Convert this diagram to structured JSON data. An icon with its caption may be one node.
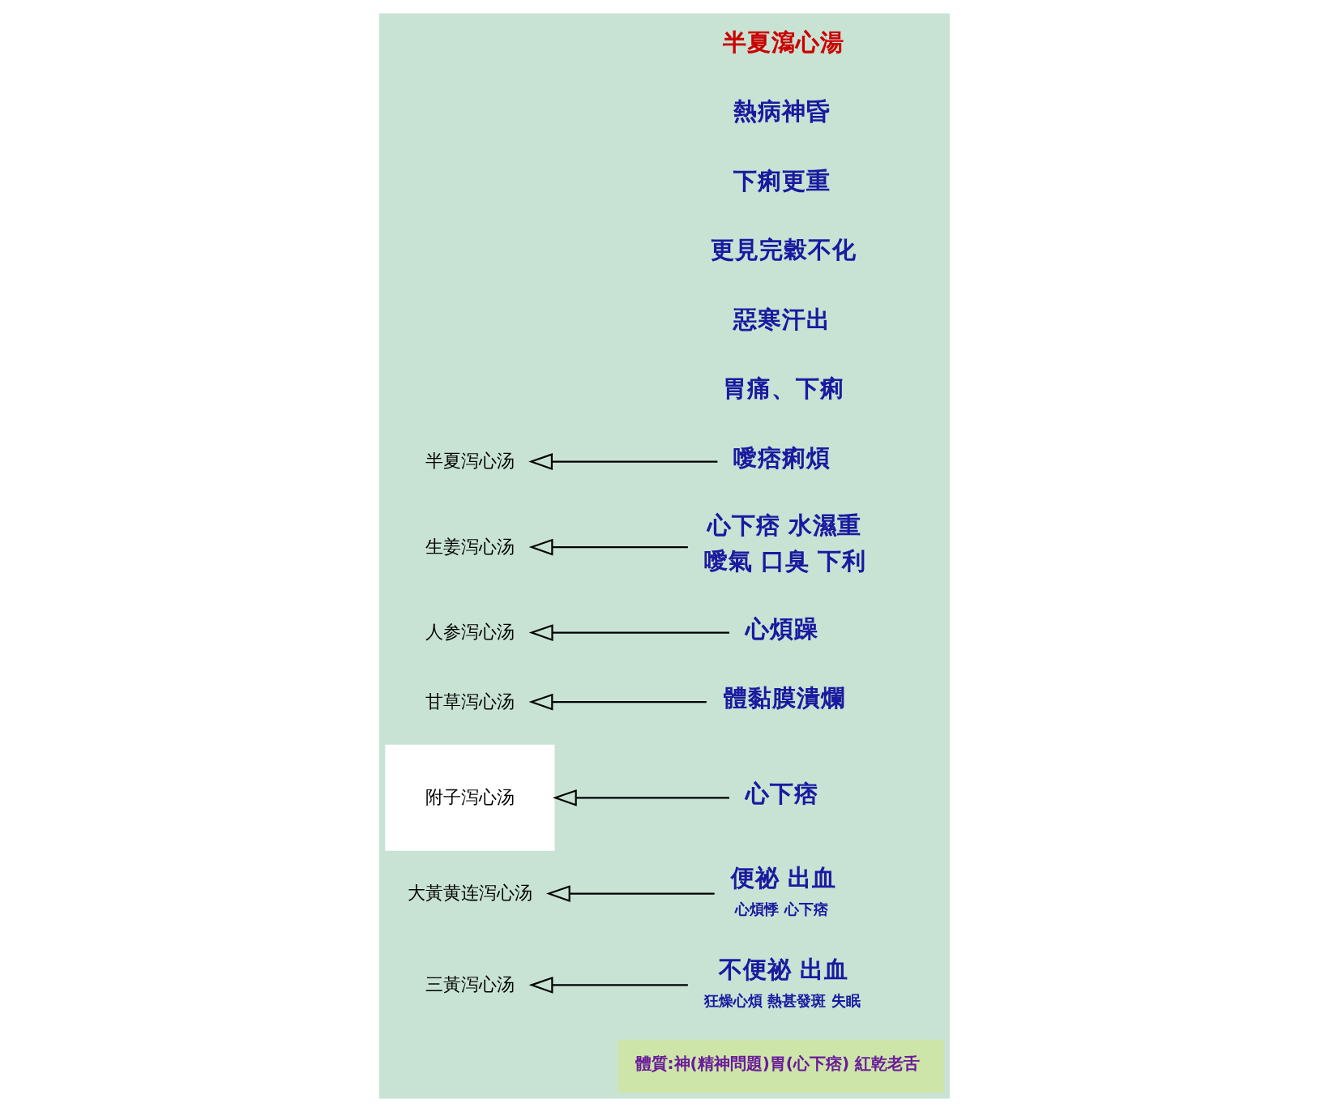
{
  "diagram": {
    "nodes": [
      {
        "text": [
          "體質:神(精神問題)胃(心下痞) 紅乾老舌"
        ]
      },
      {
        "text": [
          "三黃泻心汤"
        ]
      },
      {
        "text": [
          "不便祕 出血"
        ],
        "beside": [
          "狂燥心煩 熱甚發斑 失眠"
        ]
      },
      {
        "text": [
          "大黃黄连泻心汤"
        ]
      },
      {
        "text": [
          "便祕 出血"
        ],
        "beside": [
          "心煩悸 心下痞"
        ]
      },
      {
        "text": [
          "附子泻心汤"
        ]
      },
      {
        "text": [
          "心下痞"
        ]
      },
      {
        "text": [
          "甘草泻心汤"
        ]
      },
      {
        "text": [
          "體黏膜潰爛"
        ]
      },
      {
        "text": [
          "人参泻心汤"
        ]
      },
      {
        "text": [
          "心煩躁"
        ]
      },
      {
        "text": [
          "生姜泻心汤"
        ]
      },
      {
        "text": [
          "心下痞 水濕重",
          "噯氣 口臭 下利"
        ]
      },
      {
        "text": [
          "噯痞痢煩"
        ]
      },
      {
        "text": [
          "半夏泻心汤"
        ]
      }
    ],
    "edges": [
      {
        "from": 2,
        "to": 1,
        "arrow": "to"
      },
      {
        "from": 4,
        "to": 3,
        "arrow": "to"
      },
      {
        "from": 6,
        "to": 5,
        "arrow": "to"
      },
      {
        "from": 8,
        "to": 7,
        "arrow": "to"
      },
      {
        "from": 10,
        "to": 9,
        "arrow": "to"
      },
      {
        "from": 12,
        "to": 11,
        "arrow": "to"
      },
      {
        "from": 13,
        "to": 14,
        "arrow": "to"
      }
    ],
    "labels": [
      "胃痛、下痢",
      "惡寒汗出",
      "更見完穀不化",
      "下痢更重",
      "熱病神昏",
      "半夏瀉心湯"
    ]
  }
}
